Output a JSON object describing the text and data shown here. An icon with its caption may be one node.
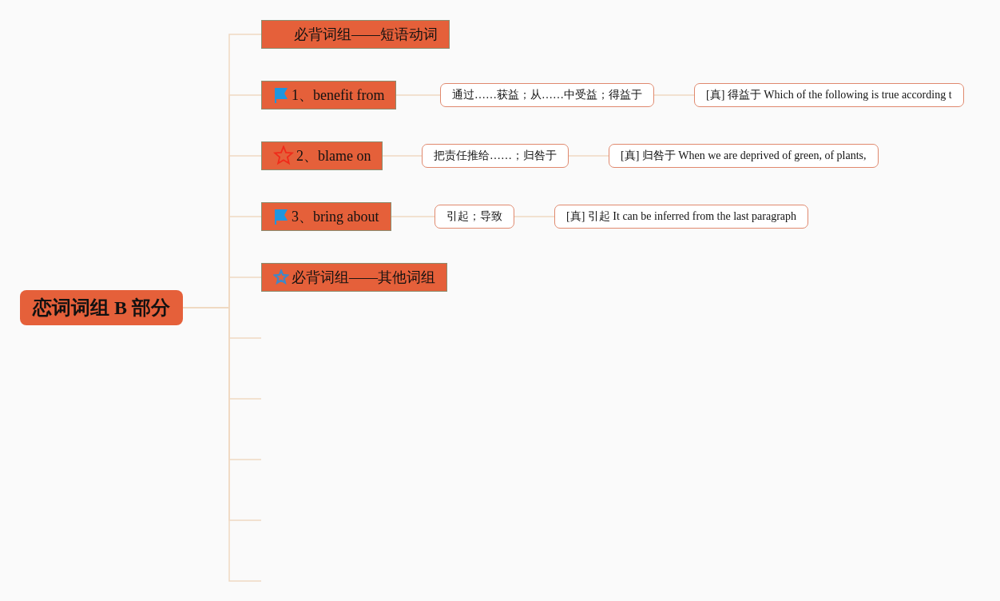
{
  "diagram": {
    "nodes": [
      {
        "text": [
          "恋词词组 B 部分"
        ]
      },
      {
        "text": [
          "必背词组——短语动词"
        ]
      },
      {
        "text": [
          "1、benefit from"
        ]
      },
      {
        "text": [
          "通过……获益；从……中受益；得益于"
        ]
      },
      {
        "text": [
          "[真] 得益于 Which of the following is true according t"
        ]
      },
      {
        "text": [
          "2、blame on"
        ]
      },
      {
        "text": [
          "把责任推给……；归咎于"
        ]
      },
      {
        "text": [
          "[真] 归咎于 When we are deprived of green, of plants,"
        ]
      },
      {
        "text": [
          "3、bring about"
        ]
      },
      {
        "text": [
          "引起；导致"
        ]
      },
      {
        "text": [
          "[真] 引起 It can be inferred from the last paragraph"
        ]
      },
      {
        "text": [
          "必背词组——其他词组"
        ]
      }
    ],
    "edges": [
      {
        "from": 0,
        "to": 1,
        "arrow": "none"
      },
      {
        "from": 0,
        "to": 2,
        "arrow": "none"
      },
      {
        "from": 0,
        "to": 5,
        "arrow": "none"
      },
      {
        "from": 0,
        "to": 8,
        "arrow": "none"
      },
      {
        "from": 0,
        "to": 11,
        "arrow": "none"
      },
      {
        "from": 0,
        "to": null,
        "arrow": "none"
      },
      {
        "from": 0,
        "to": null,
        "arrow": "none"
      },
      {
        "from": 0,
        "to": null,
        "arrow": "none"
      },
      {
        "from": 0,
        "to": null,
        "arrow": "none"
      },
      {
        "from": 0,
        "to": null,
        "arrow": "none"
      },
      {
        "from": 2,
        "to": 3,
        "arrow": "none"
      },
      {
        "from": 3,
        "to": 4,
        "arrow": "none"
      },
      {
        "from": 5,
        "to": 6,
        "arrow": "none"
      },
      {
        "from": 6,
        "to": 7,
        "arrow": "none"
      },
      {
        "from": 8,
        "to": 9,
        "arrow": "none"
      },
      {
        "from": 9,
        "to": 10,
        "arrow": "none"
      }
    ]
  }
}
